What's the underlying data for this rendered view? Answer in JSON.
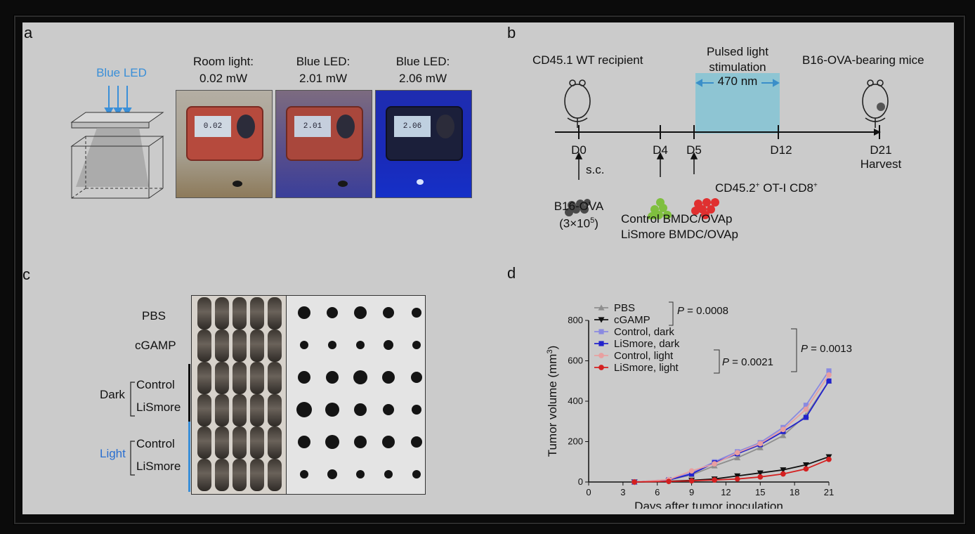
{
  "panel_a": {
    "label": "a",
    "led_label": "Blue LED",
    "photos": [
      {
        "title_line1": "Room light:",
        "title_line2": "0.02 mW",
        "reading": "0.02",
        "tint": "#b9b2a4"
      },
      {
        "title_line1": "Blue LED:",
        "title_line2": "2.01 mW",
        "reading": "2.01",
        "tint": "#6b5a8f"
      },
      {
        "title_line1": "Blue LED:",
        "title_line2": "2.06 mW",
        "reading": "2.06",
        "tint": "#1f2c9a"
      }
    ]
  },
  "panel_b": {
    "label": "b",
    "recipient": "CD45.1 WT recipient",
    "stim_line1": "Pulsed light",
    "stim_line2": "stimulation",
    "wavelength": "470 nm",
    "bearing": "B16-OVA-bearing mice",
    "days": [
      "D0",
      "D4",
      "D5",
      "D12",
      "D21"
    ],
    "harvest": "Harvest",
    "sc": "s.c.",
    "b16_line1": "B16-OVA",
    "b16_line2": "(3×10",
    "b16_exp": "5",
    "b16_close": ")",
    "bmdc_line1": "Control BMDC/OVAp",
    "bmdc_line2": "LiSmore BMDC/OVAp",
    "otI": "CD45.2",
    "otI_sup": "+",
    "otI_rest": " OT-I CD8",
    "otI_sup2": "+",
    "colors": {
      "stim_box": "#8ec5d3",
      "arrow": "#3a8fc9",
      "b16": "#4a4a4a",
      "bmdc": "#7fbf3f",
      "otI": "#e03030"
    }
  },
  "panel_c": {
    "label": "c",
    "rows": [
      "PBS",
      "cGAMP",
      "Control",
      "LiSmore",
      "Control",
      "LiSmore"
    ],
    "group_dark": "Dark",
    "group_light": "Light",
    "colors": {
      "dark_bar": "#111111",
      "light_bar": "#3a8fd8",
      "light_text": "#2a6fd0"
    }
  },
  "panel_d": {
    "label": "d",
    "pval_1": "P = 0.0008",
    "pval_2": "P = 0.0021",
    "pval_3": "P = 0.0013"
  },
  "chart_data": {
    "type": "line",
    "xlabel": "Days after tumor inoculation",
    "ylabel": "Tumor volume (mm3)",
    "xlim": [
      0,
      21
    ],
    "ylim": [
      0,
      800
    ],
    "xticks": [
      0,
      3,
      6,
      9,
      12,
      15,
      18,
      21
    ],
    "yticks": [
      0,
      200,
      400,
      600,
      800
    ],
    "x": [
      4,
      7,
      9,
      11,
      13,
      15,
      17,
      19,
      21
    ],
    "legend_position": "top-left",
    "series": [
      {
        "name": "PBS",
        "color": "#8e8e8e",
        "marker": "triangle-up",
        "values": [
          0,
          10,
          35,
          80,
          120,
          170,
          230,
          330,
          500
        ]
      },
      {
        "name": "cGAMP",
        "color": "#111111",
        "marker": "triangle-down",
        "values": [
          0,
          4,
          8,
          15,
          30,
          45,
          60,
          85,
          125
        ]
      },
      {
        "name": "Control, dark",
        "color": "#8a8ae0",
        "marker": "square",
        "values": [
          0,
          12,
          45,
          100,
          150,
          195,
          270,
          380,
          550
        ]
      },
      {
        "name": "LiSmore, dark",
        "color": "#2222cc",
        "marker": "square",
        "values": [
          0,
          10,
          40,
          95,
          140,
          185,
          250,
          320,
          500
        ]
      },
      {
        "name": "Control, light",
        "color": "#e8a0a0",
        "marker": "circle",
        "values": [
          0,
          12,
          55,
          90,
          145,
          190,
          260,
          360,
          530
        ]
      },
      {
        "name": "LiSmore, light",
        "color": "#d42020",
        "marker": "circle",
        "values": [
          0,
          3,
          6,
          10,
          15,
          25,
          40,
          65,
          112
        ]
      }
    ]
  }
}
